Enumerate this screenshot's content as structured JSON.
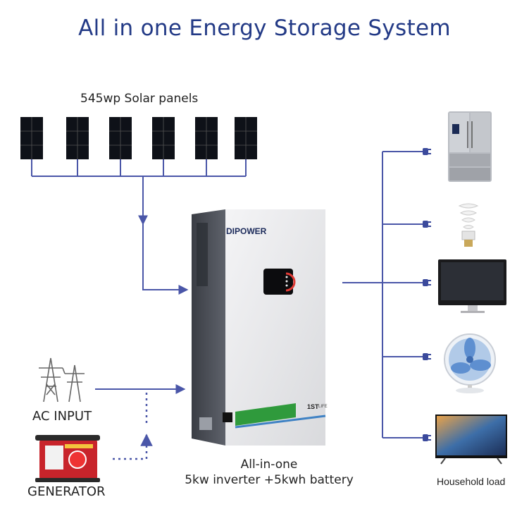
{
  "title": "All in one Energy Storage System",
  "solar": {
    "label": "545wp Solar panels"
  },
  "ac_input": {
    "label": "AC INPUT"
  },
  "generator": {
    "label": "GENERATOR"
  },
  "product": {
    "brand": "DIPOWER",
    "badge": "1ST",
    "badge_sub": "LIFE",
    "line1": "All-in-one",
    "line2": "5kw inverter +5kwh battery"
  },
  "loads": {
    "label": "Household load"
  },
  "colors": {
    "title": "#233a86",
    "line": "#4a56a8",
    "panel": "#0e1118",
    "device": "#e8e8ea",
    "stripe": "#2f9a3c"
  }
}
